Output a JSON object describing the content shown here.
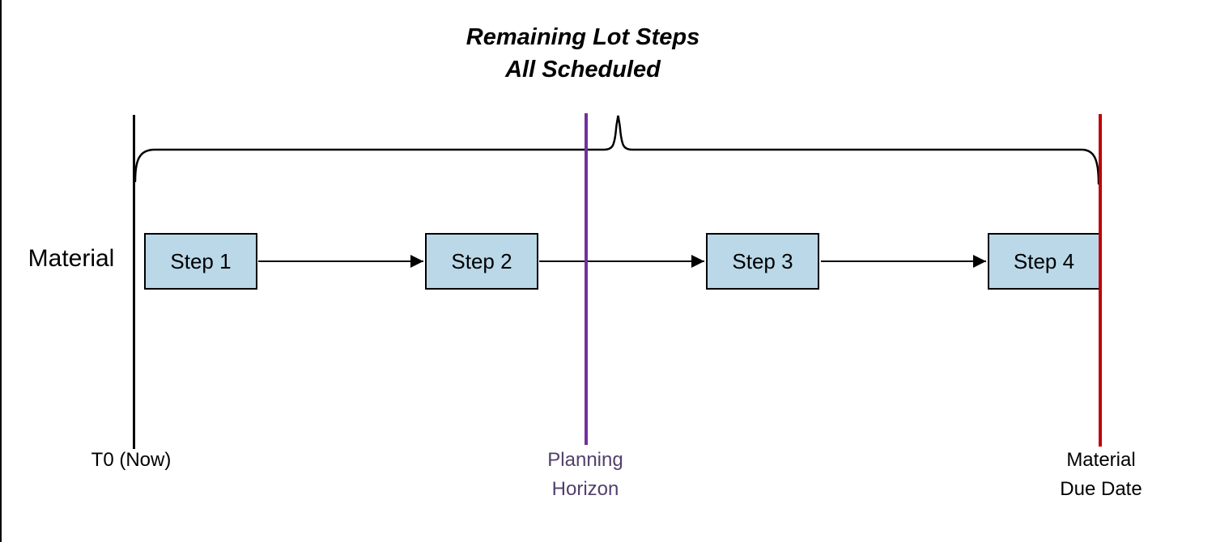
{
  "diagram": {
    "title_line1": "Remaining Lot Steps",
    "title_line2": "All Scheduled",
    "row_label": "Material",
    "steps": [
      {
        "label": "Step 1"
      },
      {
        "label": "Step 2"
      },
      {
        "label": "Step 3"
      },
      {
        "label": "Step 4"
      }
    ],
    "markers": {
      "t0": {
        "label": "T0 (Now)"
      },
      "planning_horizon": {
        "label_line1": "Planning",
        "label_line2": "Horizon"
      },
      "material_due": {
        "label_line1": "Material",
        "label_line2": "Due Date"
      }
    }
  },
  "colors": {
    "step_fill": "#BAD8E8",
    "step_border": "#000000",
    "t0_line": "#000000",
    "horizon_line": "#7030A0",
    "horizon_text": "#53406B",
    "due_line": "#C00000",
    "brace": "#000000",
    "arrow": "#000000",
    "text": "#000000"
  }
}
